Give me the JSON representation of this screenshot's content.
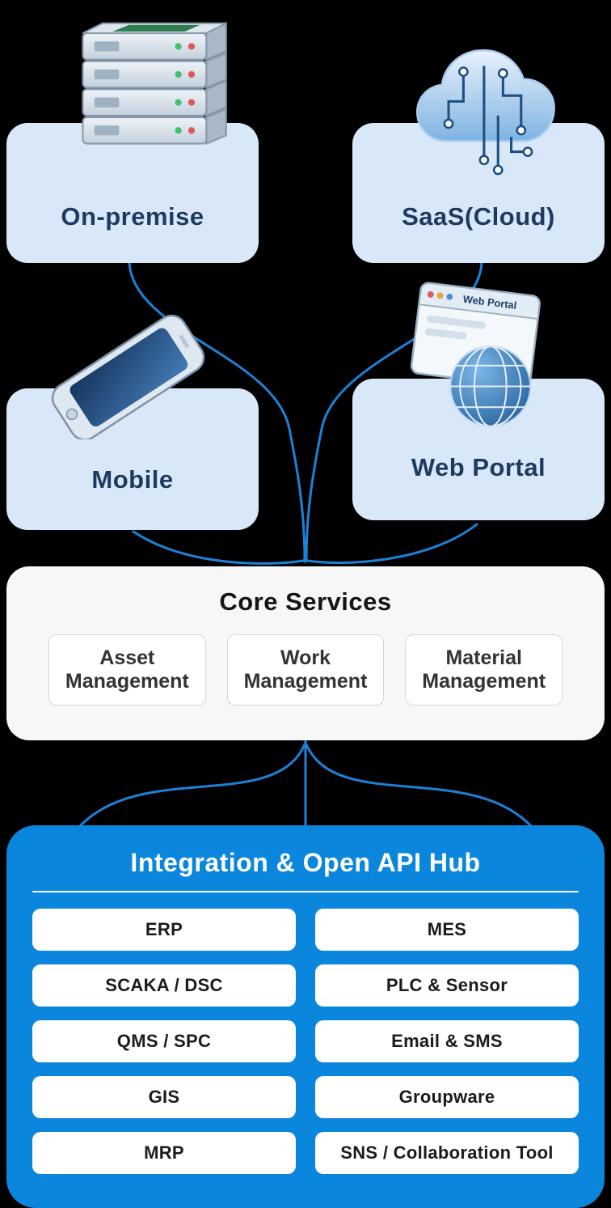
{
  "colors": {
    "background": "#000000",
    "node_bg": "#d9e8f8",
    "node_text": "#1e3a5f",
    "connector_blue": "#1b82d9",
    "core_bg": "#f7f7f7",
    "hub_bg": "#0a86dd"
  },
  "nodes": {
    "on_premise": {
      "label": "On-premise"
    },
    "saas": {
      "label": "SaaS(Cloud)"
    },
    "mobile": {
      "label": "Mobile"
    },
    "web_portal": {
      "label": "Web Portal"
    }
  },
  "icons": {
    "browser_label": "Web Portal"
  },
  "core": {
    "title": "Core Services",
    "items": [
      "Asset Management",
      "Work Management",
      "Material Management"
    ]
  },
  "hub": {
    "title": "Integration & Open API Hub",
    "left": [
      "ERP",
      "SCAKA / DSC",
      "QMS / SPC",
      "GIS",
      "MRP"
    ],
    "right": [
      "MES",
      "PLC & Sensor",
      "Email & SMS",
      "Groupware",
      "SNS / Collaboration Tool"
    ]
  }
}
